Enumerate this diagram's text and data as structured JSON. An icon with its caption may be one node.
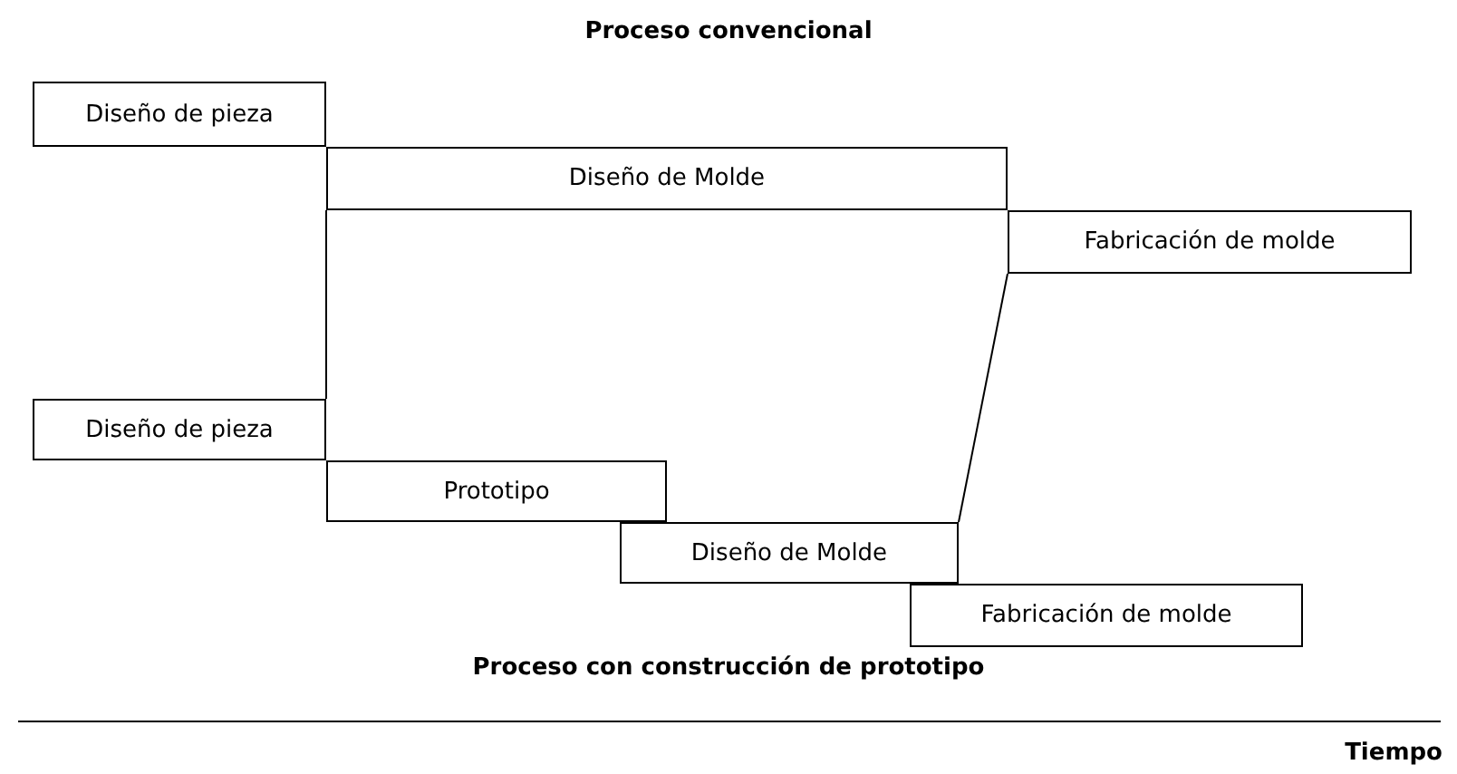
{
  "diagram": {
    "title": "Proceso convencional",
    "nodes": [
      {
        "text": [
          "Diseño de pieza"
        ]
      },
      {
        "text": [
          "Diseño de Molde"
        ]
      },
      {
        "text": [
          "Fabricación de molde"
        ]
      },
      {
        "text": [
          "Diseño de pieza"
        ]
      },
      {
        "text": [
          "Prototipo"
        ]
      },
      {
        "text": [
          "Diseño de Molde"
        ]
      },
      {
        "text": [
          "Fabricación de molde"
        ]
      }
    ],
    "edges": [
      {
        "from": 1,
        "to": 3,
        "arrow": "none"
      },
      {
        "from": 2,
        "to": 5,
        "arrow": "none"
      }
    ],
    "labels": [
      "Proceso con construcción de prototipo",
      "Tiempo"
    ]
  }
}
